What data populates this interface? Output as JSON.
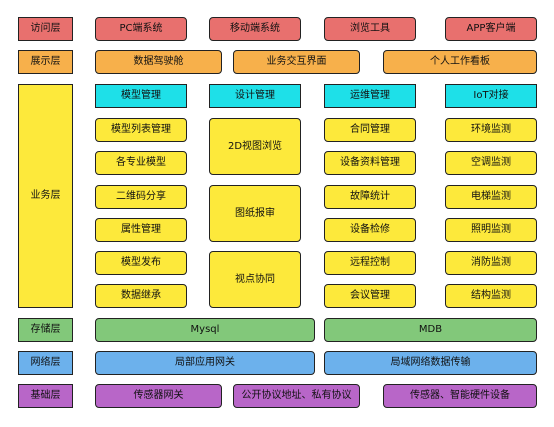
{
  "layers": {
    "access": "访问层",
    "display": "展示层",
    "business": "业务层",
    "storage": "存储层",
    "network": "网络层",
    "base": "基础层"
  },
  "access": {
    "pc": "PC端系统",
    "mobile": "移动端系统",
    "browser": "浏览工具",
    "app": "APP客户端"
  },
  "display": {
    "dashboard": "数据驾驶舱",
    "interaction": "业务交互界面",
    "personal": "个人工作看板"
  },
  "business": {
    "col1": {
      "header": "模型管理",
      "items": [
        "模型列表管理",
        "各专业模型",
        "二维码分享",
        "属性管理",
        "模型发布",
        "数据继承"
      ]
    },
    "col2": {
      "header": "设计管理",
      "items": [
        "2D视图浏览",
        "图纸报审",
        "视点协同"
      ]
    },
    "col3": {
      "header": "运维管理",
      "items": [
        "合同管理",
        "设备资料管理",
        "故障统计",
        "设备检修",
        "远程控制",
        "会议管理"
      ]
    },
    "col4": {
      "header": "IoT对接",
      "items": [
        "环境监测",
        "空调监测",
        "电梯监测",
        "照明监测",
        "消防监测",
        "结构监测"
      ]
    }
  },
  "storage": {
    "mysql": "Mysql",
    "mdb": "MDB"
  },
  "network": {
    "gateway": "局部应用网关",
    "lan": "局域网络数据传输"
  },
  "base": {
    "sensor_gateway": "传感器网关",
    "protocol": "公开协议地址、私有协议",
    "devices": "传感器、智能硬件设备"
  },
  "colors": {
    "access": "#e8706e",
    "display": "#f7b04b",
    "business": "#fde93b",
    "header": "#1ee0e8",
    "storage": "#82c87a",
    "network": "#6cb1ec",
    "base": "#b866c8"
  }
}
